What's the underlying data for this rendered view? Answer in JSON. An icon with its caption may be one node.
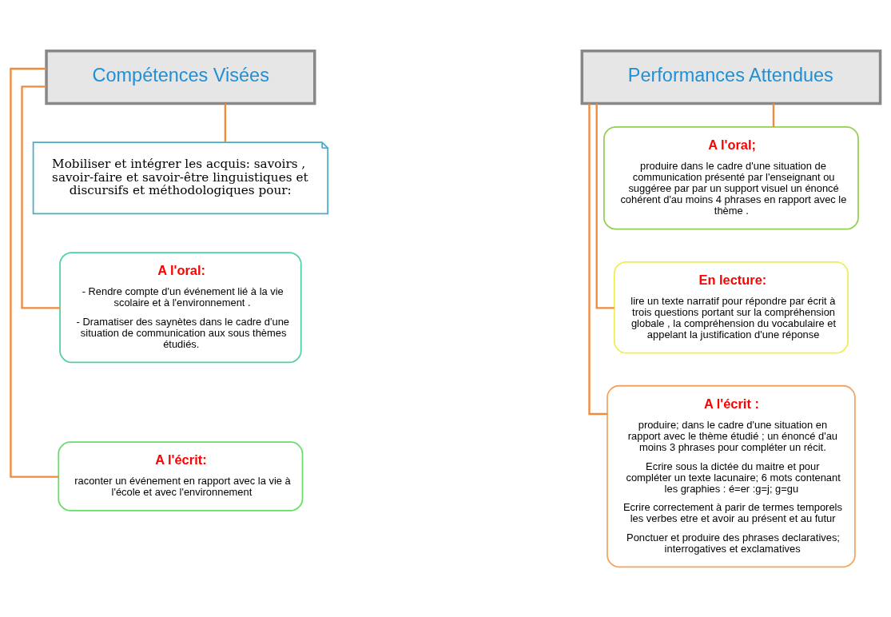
{
  "diagram": {
    "nodes": [
      {
        "text": [
          "Compétences Visées"
        ]
      },
      {
        "text": [
          "Mobiliser et intégrer les acquis: savoirs , savoir-faire et savoir-être linguistiques et discursifs et méthodologiques pour:"
        ]
      },
      {
        "text": [
          "A l'oral:",
          "- Rendre compte d'un événement lié à la vie scolaire et à l'environnement .",
          "- Dramatiser des saynètes dans le cadre d'une situation de communication aux sous thèmes étudiés."
        ]
      },
      {
        "text": [
          "A l'écrit:",
          "raconter un événement en rapport avec la vie à l'école et avec l'environnement"
        ]
      },
      {
        "text": [
          "Performances Attendues"
        ]
      },
      {
        "text": [
          "A l'oral;",
          "produire dans le cadre d'une situation de communication présenté par l'enseignant ou suggéree par par un support visuel un énoncé cohérent d'au moins 4 phrases en rapport avec le thème ."
        ]
      },
      {
        "text": [
          "En lecture:",
          "lire un texte narratif pour répondre par écrit à trois questions portant sur la compréhension globale , la compréhension du vocabulaire et appelant la justification d'une réponse"
        ]
      },
      {
        "text": [
          "A l'écrit :",
          "produire; dans le cadre d'une situation en rapport avec le thème étudié ; un énoncé d'au moins 3 phrases pour compléter un récit.",
          "Ecrire sous la dictée du maitre et pour compléter un texte lacunaire; 6 mots contenant les graphies : é=er :g=j; g=gu",
          "Ecrire correctement à parir de termes temporels les verbes etre et avoir au présent et au futur",
          "Ponctuer et produire des phrases declaratives; interrogatives et exclamatives"
        ]
      }
    ],
    "edges": [
      {
        "from": 0,
        "to": 1,
        "arrow": "none"
      },
      {
        "from": 0,
        "to": 2,
        "arrow": "none"
      },
      {
        "from": 0,
        "to": 3,
        "arrow": "none"
      },
      {
        "from": 4,
        "to": 5,
        "arrow": "none"
      },
      {
        "from": 4,
        "to": 6,
        "arrow": "none"
      },
      {
        "from": 4,
        "to": 7,
        "arrow": "none"
      }
    ]
  }
}
